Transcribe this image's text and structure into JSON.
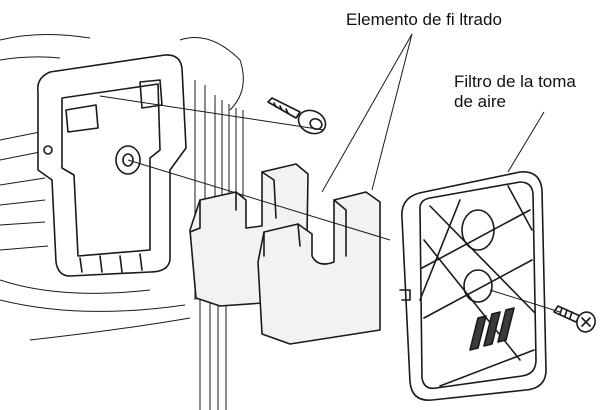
{
  "labels": {
    "filter_element": "Elemento de fi ltrado",
    "intake_filter_line1": "Filtro de la toma",
    "intake_filter_line2": "de aire"
  },
  "colors": {
    "line": "#1a1a1a",
    "background": "#ffffff"
  }
}
